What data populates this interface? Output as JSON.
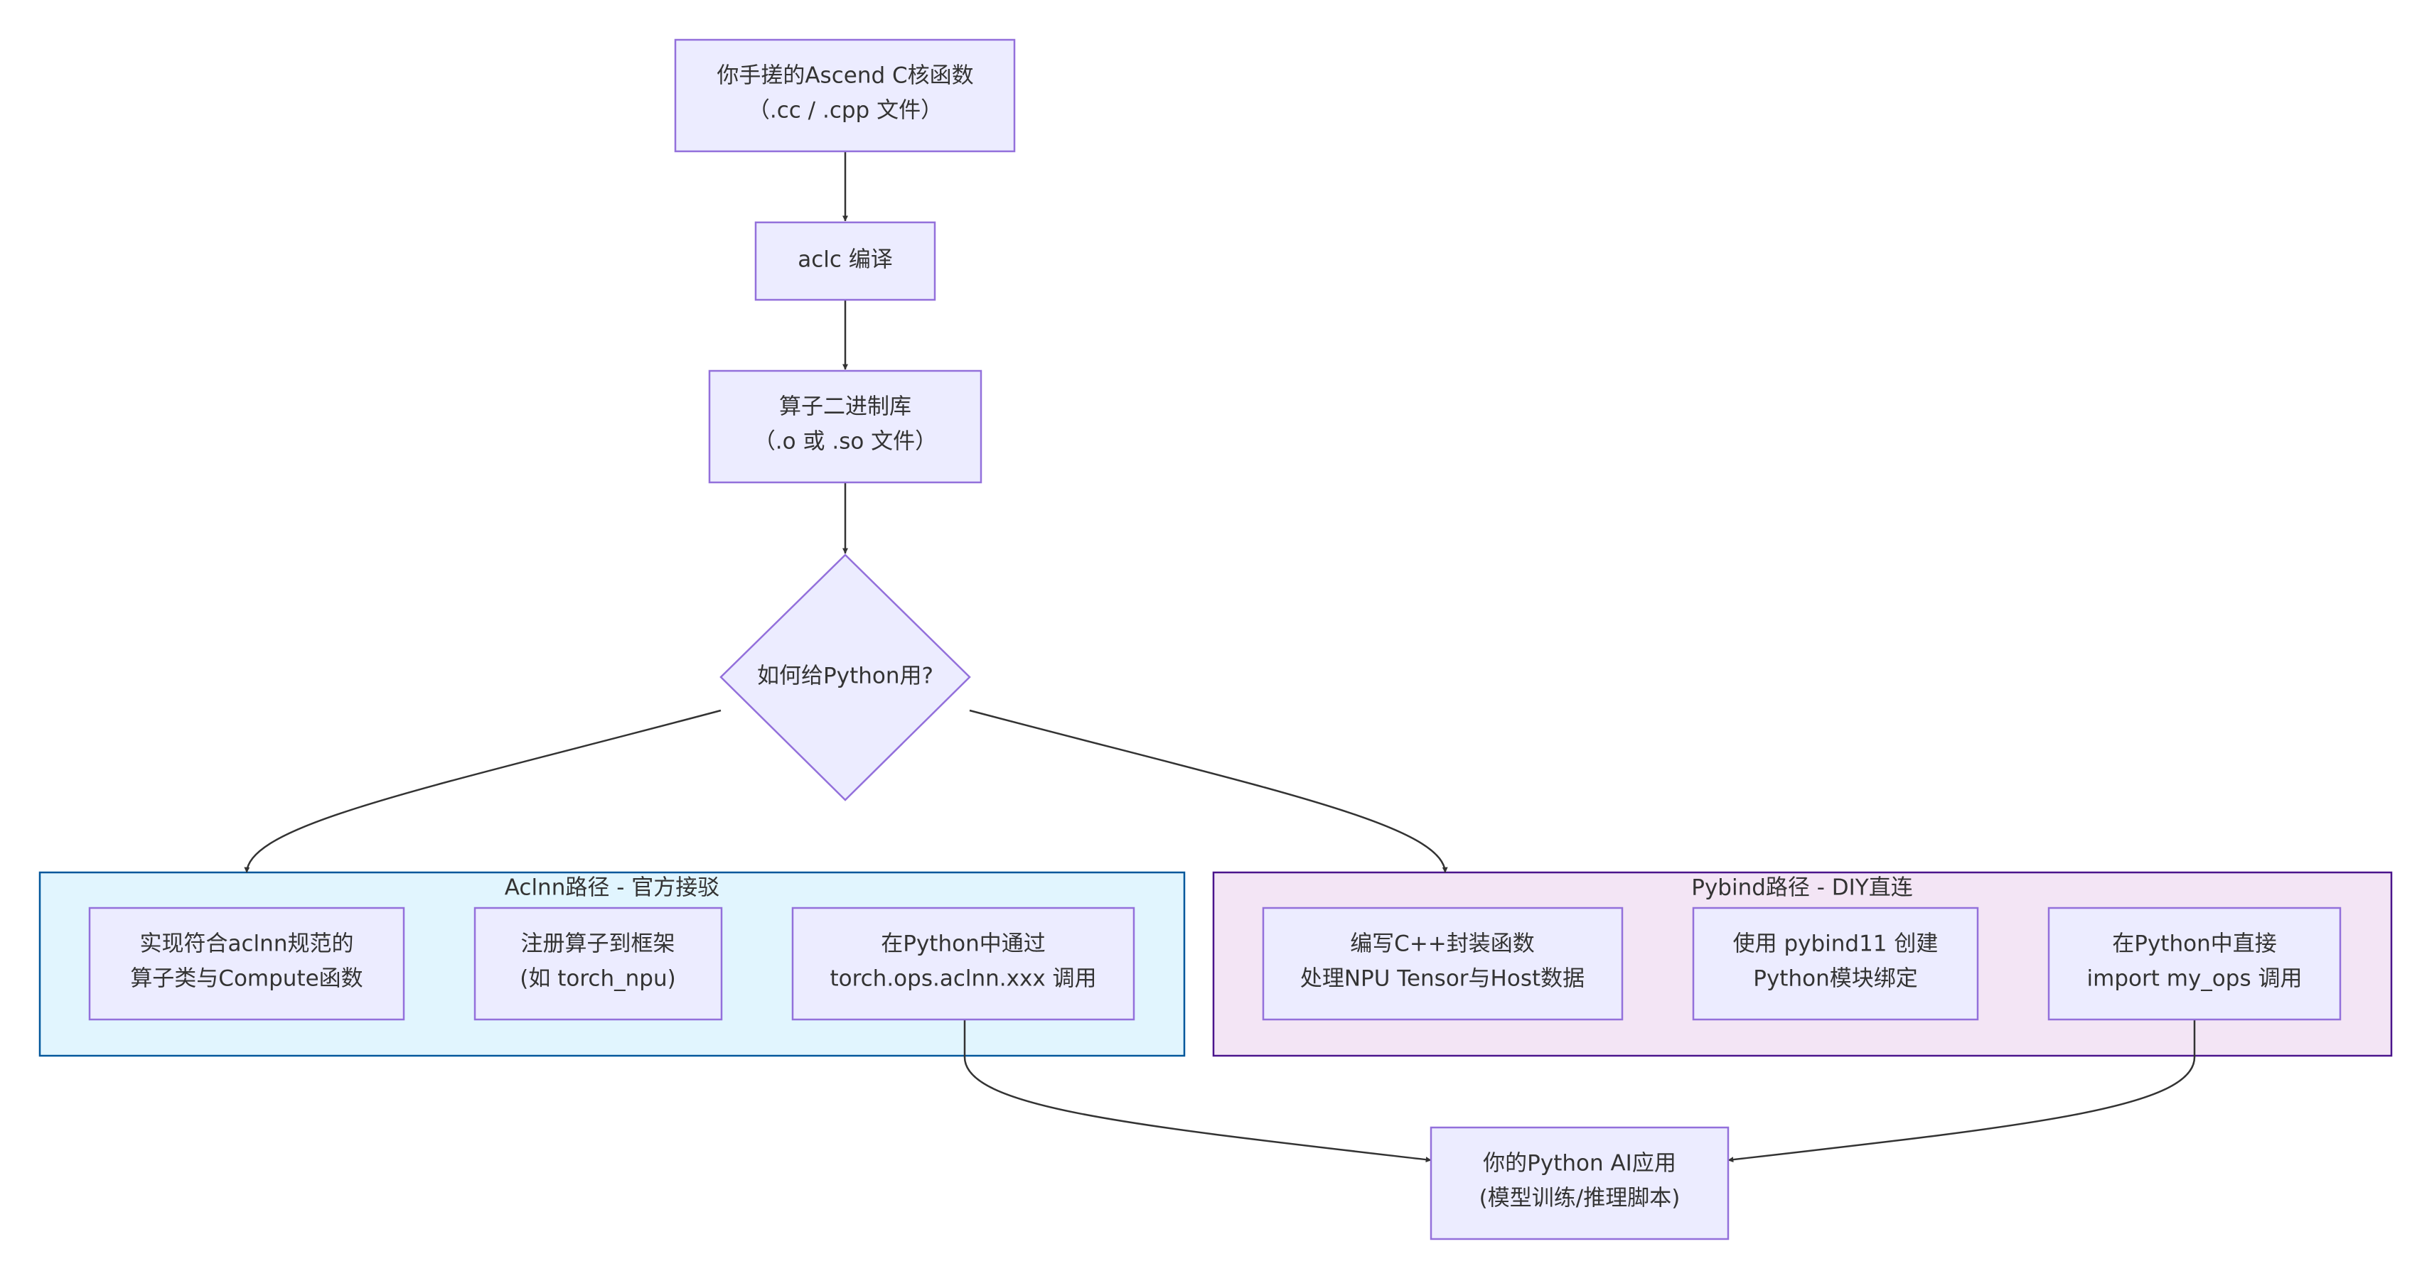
{
  "nodes": {
    "source": {
      "lines": [
        "你手搓的Ascend C核函数",
        "（.cc / .cpp 文件）"
      ]
    },
    "compile": {
      "lines": [
        "aclc 编译"
      ]
    },
    "binary": {
      "lines": [
        "算子二进制库",
        "（.o 或 .so 文件）"
      ]
    },
    "decision": {
      "lines": [
        "如何给Python用?"
      ]
    },
    "aclnn_impl": {
      "lines": [
        "实现符合aclnn规范的",
        "算子类与Compute函数"
      ]
    },
    "aclnn_register": {
      "lines": [
        "注册算子到框架",
        "(如 torch_npu)"
      ]
    },
    "aclnn_call": {
      "lines": [
        "在Python中通过",
        "torch.ops.aclnn.xxx 调用"
      ]
    },
    "pybind_wrap": {
      "lines": [
        "编写C++封装函数",
        "处理NPU Tensor与Host数据"
      ]
    },
    "pybind_bind": {
      "lines": [
        "使用 pybind11 创建",
        "Python模块绑定"
      ]
    },
    "pybind_call": {
      "lines": [
        "在Python中直接",
        "import my_ops 调用"
      ]
    },
    "app": {
      "lines": [
        "你的Python AI应用",
        "(模型训练/推理脚本)"
      ]
    }
  },
  "groups": {
    "aclnn": {
      "title": "Aclnn路径 - 官方接驳"
    },
    "pybind": {
      "title": "Pybind路径 - DIY直连"
    }
  },
  "colors": {
    "node_fill": "#ECECFF",
    "node_stroke": "#9370DB",
    "aclnn_fill": "#E1F5FE",
    "aclnn_stroke": "#01579B",
    "pybind_fill": "#F3E5F5",
    "pybind_stroke": "#4A148C",
    "edge": "#333333",
    "text": "#333333"
  }
}
